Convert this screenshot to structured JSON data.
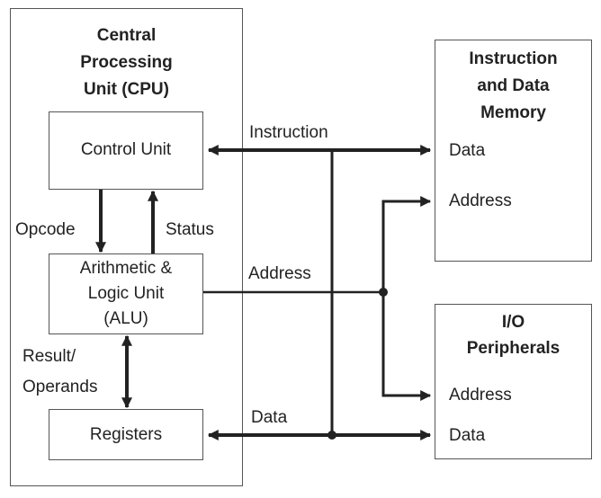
{
  "cpu": {
    "title_line1": "Central",
    "title_line2": "Processing",
    "title_line3": "Unit (CPU)"
  },
  "control_unit": {
    "label": "Control Unit"
  },
  "alu": {
    "line1": "Arithmetic &",
    "line2": "Logic Unit",
    "line3": "(ALU)"
  },
  "registers": {
    "label": "Registers"
  },
  "memory": {
    "title_line1": "Instruction",
    "title_line2": "and Data",
    "title_line3": "Memory",
    "port_data": "Data",
    "port_address": "Address"
  },
  "io": {
    "title_line1": "I/O",
    "title_line2": "Peripherals",
    "port_address": "Address",
    "port_data": "Data"
  },
  "signals": {
    "opcode": "Opcode",
    "status": "Status",
    "result_line1": "Result/",
    "result_line2": "Operands",
    "instruction_bus": "Instruction",
    "address_bus": "Address",
    "data_bus": "Data"
  },
  "colors": {
    "line": "#222222",
    "box_border": "#555555",
    "background": "#ffffff"
  }
}
